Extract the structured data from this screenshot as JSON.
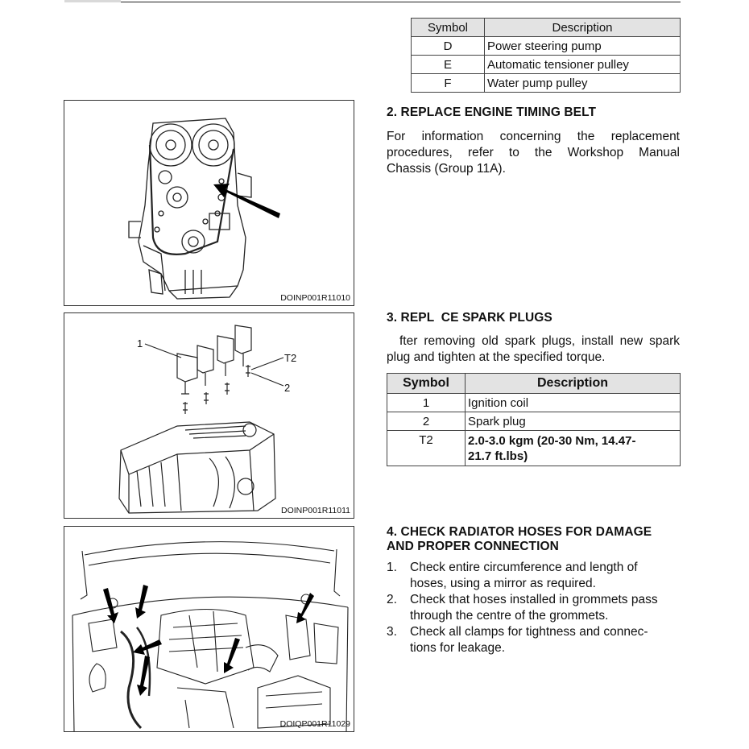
{
  "table1": {
    "headers": [
      "Symbol",
      "Description"
    ],
    "rows": [
      {
        "symbol": "D",
        "description": "Power steering pump"
      },
      {
        "symbol": "E",
        "description": "Automatic tensioner pulley"
      },
      {
        "symbol": "F",
        "description": "Water pump pulley"
      }
    ]
  },
  "section2": {
    "heading": "2. REPLACE ENGINE TIMING BELT",
    "lines": [
      "For information concerning the replacement",
      "procedures, refer to the Workshop Manual",
      "Chassis (Group 11A)."
    ]
  },
  "section3": {
    "heading": "3. REPL  CE SPARK PLUGS",
    "lines": [
      "  fter removing old spark plugs, install new spark",
      "plug and tighten at the specified torque."
    ]
  },
  "table2": {
    "headers": [
      "Symbol",
      "Description"
    ],
    "rows": [
      {
        "symbol": "1",
        "description": "Ignition coil"
      },
      {
        "symbol": "2",
        "description": "Spark plug"
      },
      {
        "symbol": "T2",
        "description": "2.0-3.0 kgm (20-30 Nm, 14.47-",
        "description2": "21.7 ft.lbs)"
      }
    ]
  },
  "section4": {
    "heading_line1": "4. CHECK RADIATOR HOSES FOR DAMAGE",
    "heading_line2": "AND PROPER CONNECTION",
    "items": [
      {
        "num": "1.",
        "line1": "Check entire circumference and length of",
        "line2": "hoses, using a mirror as required."
      },
      {
        "num": "2.",
        "line1": "Check that hoses installed in grommets pass",
        "line2": "through the centre of the grommets."
      },
      {
        "num": "3.",
        "line1": "Check all clamps for tightness and connec-",
        "line2": "tions for leakage."
      }
    ]
  },
  "figures": {
    "fig1_code": "DOINP001R11010",
    "fig2_code": "DOINP001R11011",
    "fig3_code": "DOIQP001R11029",
    "fig2_callouts": {
      "c1": "1",
      "cT2": "T2",
      "c2": "2"
    }
  }
}
